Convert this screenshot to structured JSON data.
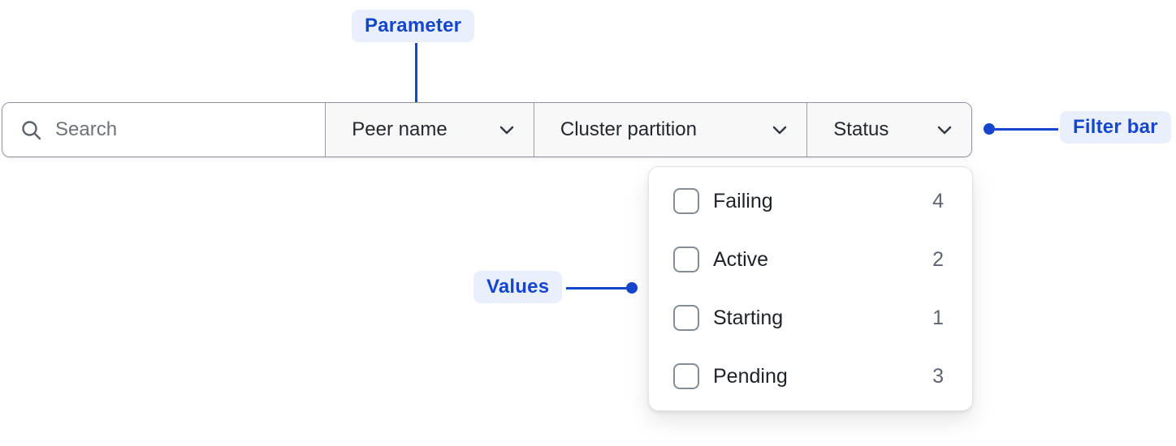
{
  "annotations": {
    "parameter": {
      "label": "Parameter"
    },
    "values": {
      "label": "Values"
    },
    "filter_bar": {
      "label": "Filter bar"
    },
    "accent_color": "#1646CD",
    "badge_background": "#E9F0FC"
  },
  "filter_bar": {
    "search": {
      "placeholder": "Search",
      "value": "",
      "icon": "search-icon"
    },
    "dropdowns": [
      {
        "label": "Peer name",
        "icon": "chevron-down-icon"
      },
      {
        "label": "Cluster partition",
        "icon": "chevron-down-icon"
      },
      {
        "label": "Status",
        "icon": "chevron-down-icon"
      }
    ]
  },
  "status_dropdown": {
    "options": [
      {
        "label": "Failing",
        "count": "4",
        "checked": false
      },
      {
        "label": "Active",
        "count": "2",
        "checked": false
      },
      {
        "label": "Starting",
        "count": "1",
        "checked": false
      },
      {
        "label": "Pending",
        "count": "3",
        "checked": false
      }
    ]
  }
}
